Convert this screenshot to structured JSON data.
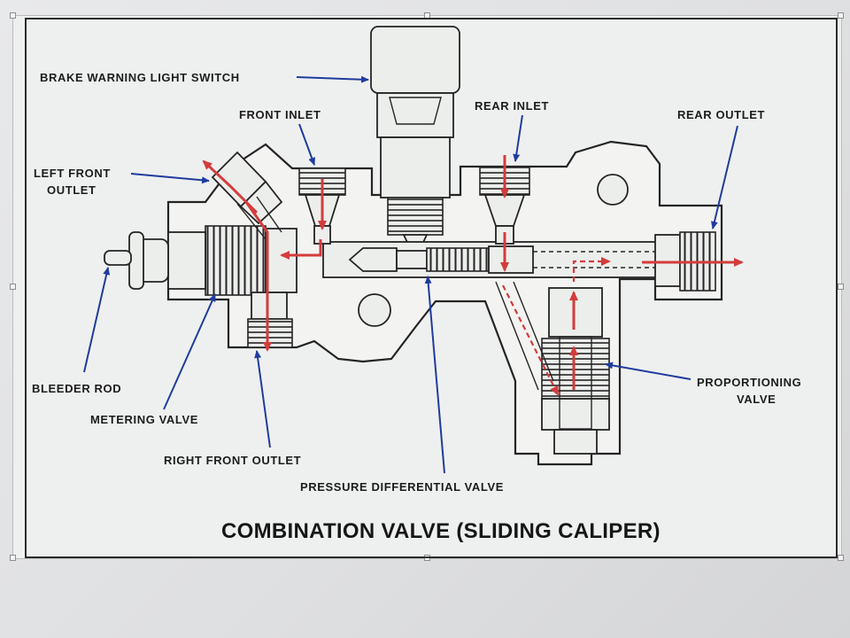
{
  "title": "COMBINATION VALVE (SLIDING CALIPER)",
  "labels": {
    "brake_warning_light_switch": "BRAKE WARNING LIGHT SWITCH",
    "front_inlet": "FRONT INLET",
    "rear_inlet": "REAR INLET",
    "rear_outlet": "REAR OUTLET",
    "left_front_outlet_line1": "LEFT FRONT",
    "left_front_outlet_line2": "OUTLET",
    "bleeder_rod": "BLEEDER ROD",
    "metering_valve": "METERING VALVE",
    "right_front_outlet": "RIGHT FRONT OUTLET",
    "pressure_differential_valve": "PRESSURE DIFFERENTIAL VALVE",
    "proportioning_valve_line1": "PROPORTIONING",
    "proportioning_valve_line2": "VALVE"
  },
  "colors": {
    "leader_line": "#1f3c9e",
    "flow_arrow": "#d43c3c",
    "outline": "#242424"
  }
}
